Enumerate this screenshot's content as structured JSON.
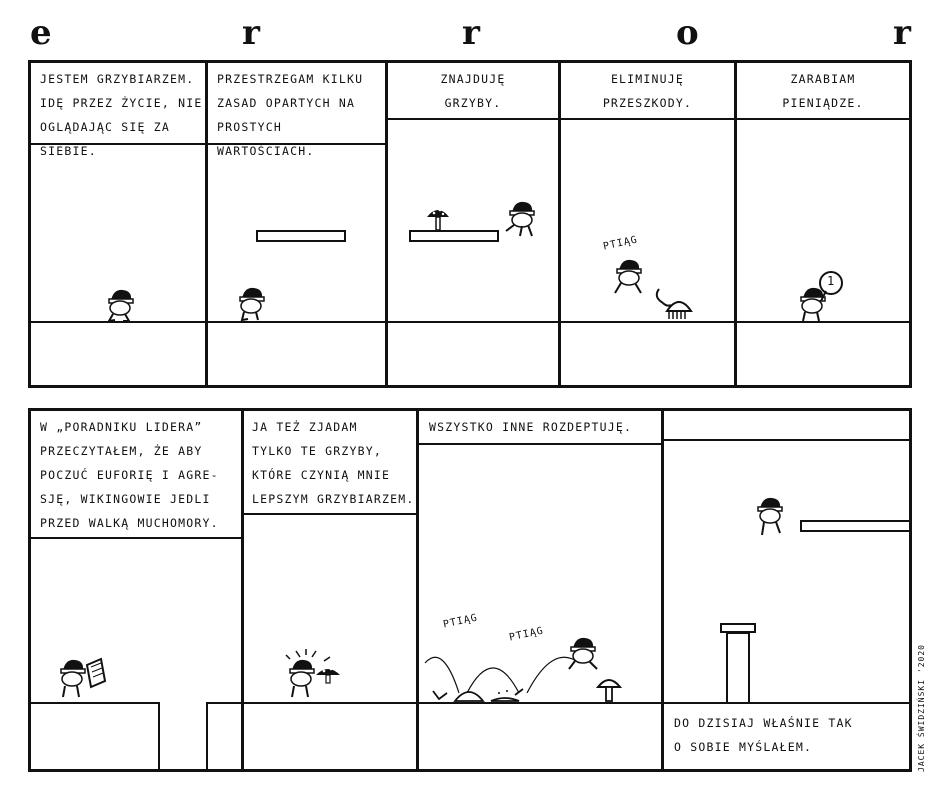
{
  "title_letters": [
    "e",
    "r",
    "r",
    "o",
    "r"
  ],
  "row1": {
    "panels": [
      {
        "caption": "JESTEM GRZYBIARZEM.\nIDĘ PRZEZ ŻYCIE, NIE\nOGLĄDAJĄC SIĘ ZA SIEBIE."
      },
      {
        "caption": "PRZESTRZEGAM KILKU\nZASAD OPARTYCH NA\nPROSTYCH WARTOŚCIACH."
      },
      {
        "caption": "ZNAJDUJĘ\nGRZYBY."
      },
      {
        "caption": "ELIMINUJĘ\nPRZESZKODY.",
        "sfx": "PTIĄG"
      },
      {
        "caption": "ZARABIAM\nPIENIĄDZE.",
        "coin": "1"
      }
    ]
  },
  "row2": {
    "panels": [
      {
        "caption": "W „PORADNIKU LIDERA”\nPRZECZYTAŁEM, ŻE ABY\nPOCZUĆ EUFORIĘ I AGRE-\nSJĘ, WIKINGOWIE JEDLI\nPRZED WALKĄ MUCHOMORY."
      },
      {
        "caption": "JA TEŻ ZJADAM\nTYLKO TE GRZYBY,\nKTÓRE CZYNIĄ MNIE\nLEPSZYM GRZYBIARZEM."
      },
      {
        "caption": "WSZYSTKO INNE ROZDEPTUJĘ.",
        "sfx1": "PTIĄG",
        "sfx2": "PTIĄG"
      },
      {
        "caption": "DO DZISIAJ WŁAŚNIE TAK\nO SOBIE MYŚLAŁEM."
      }
    ]
  },
  "credit": "JACEK ŚWIDZIŃSKI '2020"
}
